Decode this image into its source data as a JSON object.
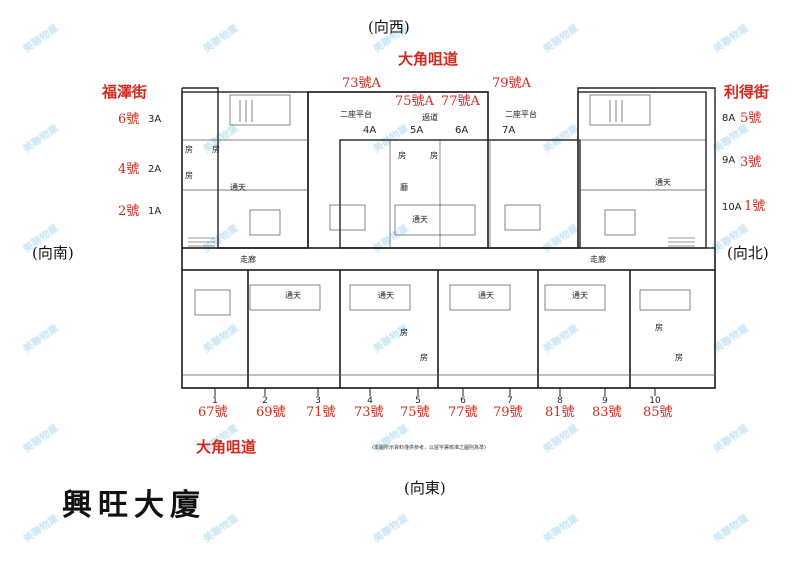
{
  "building_name": "興旺大廈",
  "directions": {
    "west": "(向西)",
    "south": "(向南)",
    "north": "(向北)",
    "east": "(向東)"
  },
  "streets": {
    "top": "大角咀道",
    "left": "福澤街",
    "right": "利得街",
    "bottom": "大角咀道"
  },
  "top_numbers": [
    "73號A",
    "75號A",
    "77號A",
    "79號A"
  ],
  "top_units": [
    "4A",
    "5A",
    "6A",
    "7A"
  ],
  "left_numbers": [
    "6號",
    "4號",
    "2號"
  ],
  "left_units": [
    "3A",
    "2A",
    "1A"
  ],
  "right_units": [
    "8A",
    "9A",
    "10A"
  ],
  "right_numbers": [
    "5號",
    "3號",
    "1號"
  ],
  "bottom_grid": [
    "1",
    "2",
    "3",
    "4",
    "5",
    "6",
    "7",
    "8",
    "9",
    "10"
  ],
  "bottom_numbers": [
    "67號",
    "69號",
    "71號",
    "73號",
    "75號",
    "77號",
    "79號",
    "81號",
    "83號",
    "85號"
  ],
  "plan_room_labels": [
    "房",
    "廳",
    "通天",
    "走廊",
    "二座平台",
    "過道"
  ],
  "note_text": "(本圖所示資料僅供參考，以屋宇署核准之圖則為準)",
  "watermark": "美聯物業"
}
